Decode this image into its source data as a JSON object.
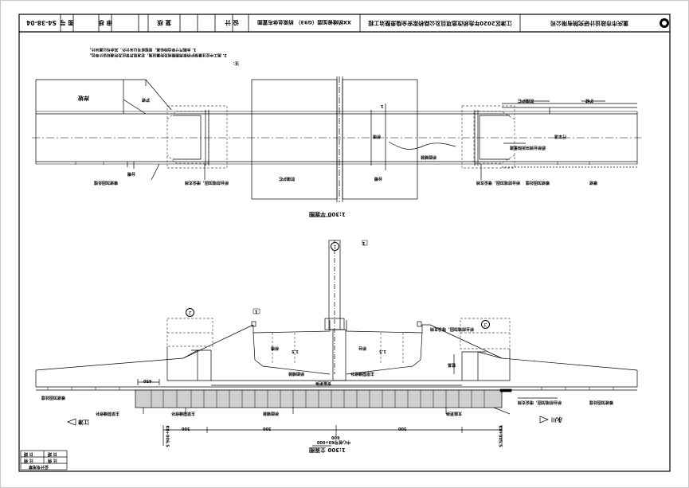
{
  "title_block": {
    "company": "重庆市市政设计研究院有限公司",
    "project": "江津区2020年危桥改造项目及公路桥梁安全隐患整治工程",
    "subproject": "XX桥维修加固（G93）",
    "drawing_name": "桥梁总体布置图",
    "design_label": "设 计",
    "review_label": "复 核",
    "approve_label": "审 核",
    "drawing_no_label": "图 号",
    "drawing_no": "S4-38-04",
    "signatures": [
      "",
      "",
      ""
    ]
  },
  "plan_view": {
    "title": "平面图",
    "scale": "1:300",
    "notes_title": "注：",
    "notes": [
      "1. 本图尺寸单位除标高、里程桩号以米计外，其余均以厘米计。",
      "2. 施工中应注意保护桥梁周围管线及附属设施，若发现异常应及时通知设计单位。"
    ],
    "labels": {
      "bank_left": "岸坡",
      "slope_left": "护坡",
      "pier_left": "台帽",
      "pier_right": "台帽",
      "abutment_right": "护坡",
      "center_mark": "桥墩",
      "guardrail_left": "防撞护栏",
      "guardrail_right": "防撞护栏",
      "deck_right": "行车道",
      "section_mark": "1",
      "note_a": "桥台前墙加固，增设支挡",
      "note_b": "桥台前墙加固，增设支挡",
      "note_c": "原桥台挡块拆除重建",
      "note_d": "桥面铺装",
      "note_e": "锥坡",
      "note_f": "锥坡加固处理",
      "note_g": "锥坡加固处理"
    }
  },
  "elevation_view": {
    "title": "立面图",
    "scale": "1:300",
    "labels": {
      "circle_1": "1",
      "circle_2": "2",
      "circle_3": "3",
      "left_dim": "450",
      "span_left": "300",
      "span_right": "300",
      "mid_total": "600",
      "center_sta": "中心桩号K0+000",
      "left_sta": "K0+006.5",
      "right_sta": "K0+005.5",
      "abut_label": "桥台",
      "pier_label": "桥墩",
      "note_deck": "桥面铺装",
      "note_support": "支座更换",
      "note_pile": "桩基",
      "note_slope": "锥坡加固处理",
      "note_slope2": "锥坡加固处理",
      "note_beam": "主梁裂缝修补",
      "note_beam2": "主梁裂缝修补",
      "note_bear": "桥台前墙加固，增设支挡",
      "note_bear2": "桥台前墙加固，增设支挡",
      "to_left": "江津",
      "to_right": "永川",
      "hw_left": "1.5",
      "hw_right": "1.5",
      "box_left": "1",
      "box_right": "1"
    }
  },
  "stamp": {
    "title": "设计专用章",
    "row1": [
      "日 期",
      "日 期"
    ],
    "row2": [
      "比 例",
      "比 例"
    ]
  }
}
